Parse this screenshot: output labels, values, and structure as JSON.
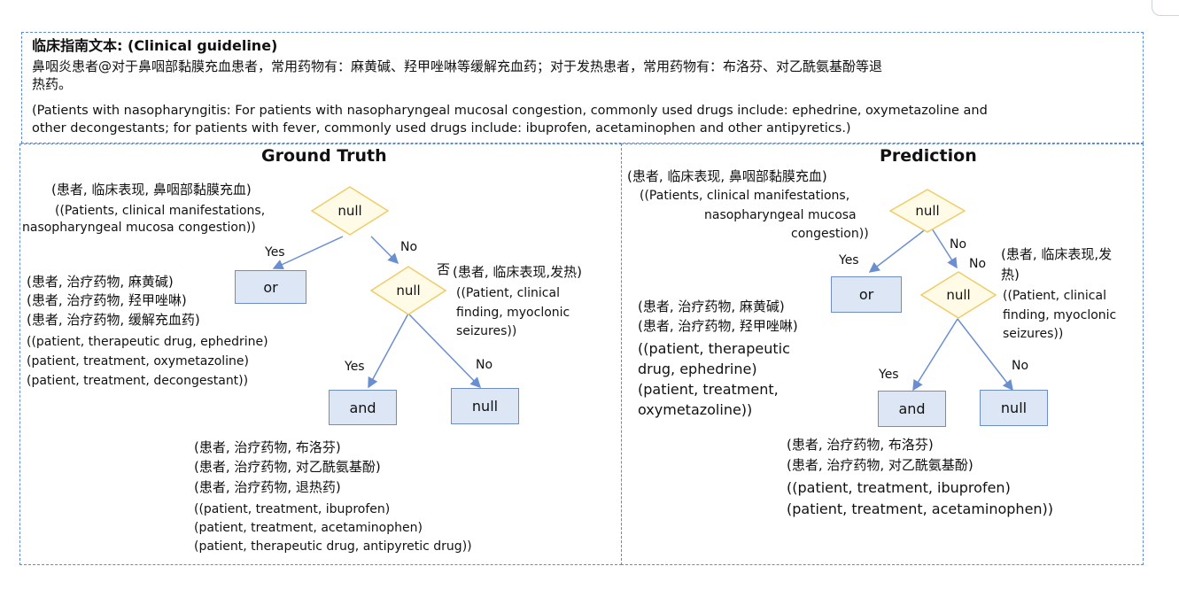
{
  "guideline": {
    "title": "临床指南文本: (Clinical guideline)",
    "zh_line1": "鼻咽炎患者@对于鼻咽部黏膜充血患者，常用药物有：麻黄碱、羟甲唑啉等缓解充血药；对于发热患者，常用药物有：布洛芬、对乙酰氨基酚等退",
    "zh_line2": "热药。",
    "en_line1": "(Patients with nasopharyngitis: For patients with nasopharyngeal mucosal congestion, commonly used drugs include: ephedrine, oxymetazoline and",
    "en_line2": "other decongestants; for patients with fever, commonly used drugs include: ibuprofen, acetaminophen and other antipyretics.)"
  },
  "ground_truth": {
    "title": "Ground Truth",
    "root_text": {
      "zh": "(患者, 临床表现, 鼻咽部黏膜充血)",
      "en1": "((Patients, clinical manifestations,",
      "en2": "nasopharyngeal mucosa congestion))"
    },
    "root_node": "null",
    "yes1": "Yes",
    "no1": "No",
    "or_node": "or",
    "or_text": {
      "zh1": "(患者, 治疗药物, 麻黄碱)",
      "zh2": "(患者, 治疗药物, 羟甲唑啉)",
      "zh3": "(患者, 治疗药物, 缓解充血药)",
      "en1": "((patient, therapeutic drug, ephedrine)",
      "en2": "(patient, treatment, oxymetazoline)",
      "en3": "(patient, treatment, decongestant))"
    },
    "fou": "否",
    "null2_text": {
      "zh": "(患者, 临床表现,发热)",
      "en1": "((Patient, clinical",
      "en2": "finding, myoclonic",
      "en3": "seizures))"
    },
    "null2_node": "null",
    "yes2": "Yes",
    "no2": "No",
    "and_node": "and",
    "null3_node": "null",
    "and_text": {
      "zh1": "(患者, 治疗药物, 布洛芬)",
      "zh2": "(患者, 治疗药物, 对乙酰氨基酚)",
      "zh3": "(患者, 治疗药物, 退热药)",
      "en1": "((patient, treatment, ibuprofen)",
      "en2": "(patient, treatment, acetaminophen)",
      "en3": "(patient, therapeutic drug, antipyretic drug))"
    }
  },
  "prediction": {
    "title": "Prediction",
    "root_text": {
      "zh": "(患者, 临床表现, 鼻咽部黏膜充血)",
      "en1": "((Patients, clinical manifestations,",
      "en2": "nasopharyngeal mucosa",
      "en3": "congestion))"
    },
    "root_node": "null",
    "yes1": "Yes",
    "no1a": "No",
    "no1b": "No",
    "or_node": "or",
    "null2_text": {
      "zh1": "(患者, 临床表现,发",
      "zh2": "热)",
      "en1": "((Patient, clinical",
      "en2": "finding, myoclonic",
      "en3": "seizures))"
    },
    "null2_node": "null",
    "or_text": {
      "zh1": "(患者, 治疗药物, 麻黄碱)",
      "zh2": "(患者, 治疗药物, 羟甲唑啉)",
      "en1": "((patient, therapeutic",
      "en2": "drug, ephedrine)",
      "en3": "(patient, treatment,",
      "en4": "oxymetazoline))"
    },
    "yes2": "Yes",
    "no2": "No",
    "and_node": "and",
    "null3_node": "null",
    "and_text": {
      "zh1": "(患者, 治疗药物, 布洛芬)",
      "zh2": "(患者, 治疗药物, 对乙酰氨基酚)",
      "en1": "((patient, treatment, ibuprofen)",
      "en2": "(patient, treatment, acetaminophen))"
    }
  },
  "colors": {
    "dashed_border": "#5b8bd6",
    "box_fill": "#dce6f5",
    "box_border": "#6d8ec3",
    "diamond_fill": "#fffbe6",
    "diamond_border": "#f0cc66",
    "arrow": "#6a8fd0"
  }
}
